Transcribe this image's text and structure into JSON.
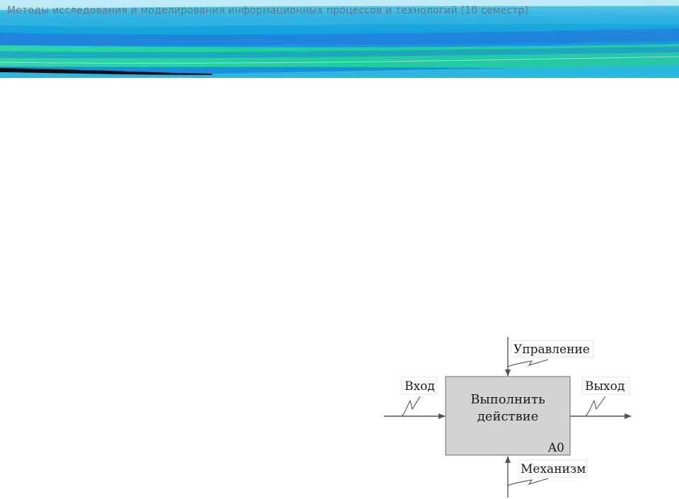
{
  "header": {
    "title": "Методы исследования и моделирования информационных процессов и технологий (10 семестр)"
  },
  "diagram": {
    "activity": {
      "line1": "Выполнить",
      "line2": "действие",
      "node_id": "A0"
    },
    "arrows": {
      "input": "Вход",
      "control": "Управление",
      "output": "Выход",
      "mechanism": "Механизм"
    }
  },
  "colors": {
    "box_fill": "#d3d3d3",
    "box_stroke": "#6e6e6e",
    "arrow": "#555555"
  }
}
